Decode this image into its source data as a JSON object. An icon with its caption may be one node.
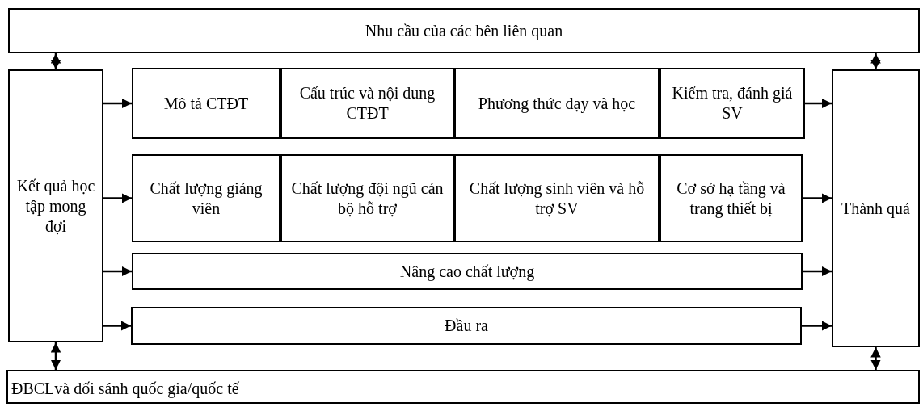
{
  "diagram": {
    "nodes": [
      {
        "text": [
          "Nhu cầu của các bên liên quan"
        ]
      },
      {
        "text": [
          "Kết quả học tập mong đợi"
        ]
      },
      {
        "text": [
          "Mô tả CTĐT"
        ]
      },
      {
        "text": [
          "Cấu trúc và nội dung CTĐT"
        ]
      },
      {
        "text": [
          "Phương thức dạy và học"
        ]
      },
      {
        "text": [
          "Kiểm tra, đánh giá SV"
        ]
      },
      {
        "text": [
          "Chất lượng giảng viên"
        ]
      },
      {
        "text": [
          "Chất lượng đội ngũ cán bộ hỗ trợ"
        ]
      },
      {
        "text": [
          "Chất lượng sinh viên và hỗ trợ SV"
        ]
      },
      {
        "text": [
          "Cơ sở hạ tầng và trang thiết bị"
        ]
      },
      {
        "text": [
          "Nâng cao chất lượng"
        ]
      },
      {
        "text": [
          "Đầu ra"
        ]
      },
      {
        "text": [
          "Thành quả"
        ]
      },
      {
        "text": [
          "ĐBCLvà đối sánh quốc gia/quốc tế"
        ]
      }
    ],
    "edges": [
      {
        "from": 0,
        "to": 1,
        "arrow": "both"
      },
      {
        "from": 0,
        "to": 12,
        "arrow": "both"
      },
      {
        "from": 1,
        "to": 2,
        "arrow": "to"
      },
      {
        "from": 1,
        "to": 6,
        "arrow": "to"
      },
      {
        "from": 1,
        "to": 10,
        "arrow": "to"
      },
      {
        "from": 1,
        "to": 11,
        "arrow": "to"
      },
      {
        "from": 5,
        "to": 12,
        "arrow": "to"
      },
      {
        "from": 9,
        "to": 12,
        "arrow": "to"
      },
      {
        "from": 10,
        "to": 12,
        "arrow": "to"
      },
      {
        "from": 11,
        "to": 12,
        "arrow": "to"
      },
      {
        "from": 1,
        "to": 13,
        "arrow": "both"
      },
      {
        "from": 12,
        "to": 13,
        "arrow": "both"
      }
    ]
  }
}
